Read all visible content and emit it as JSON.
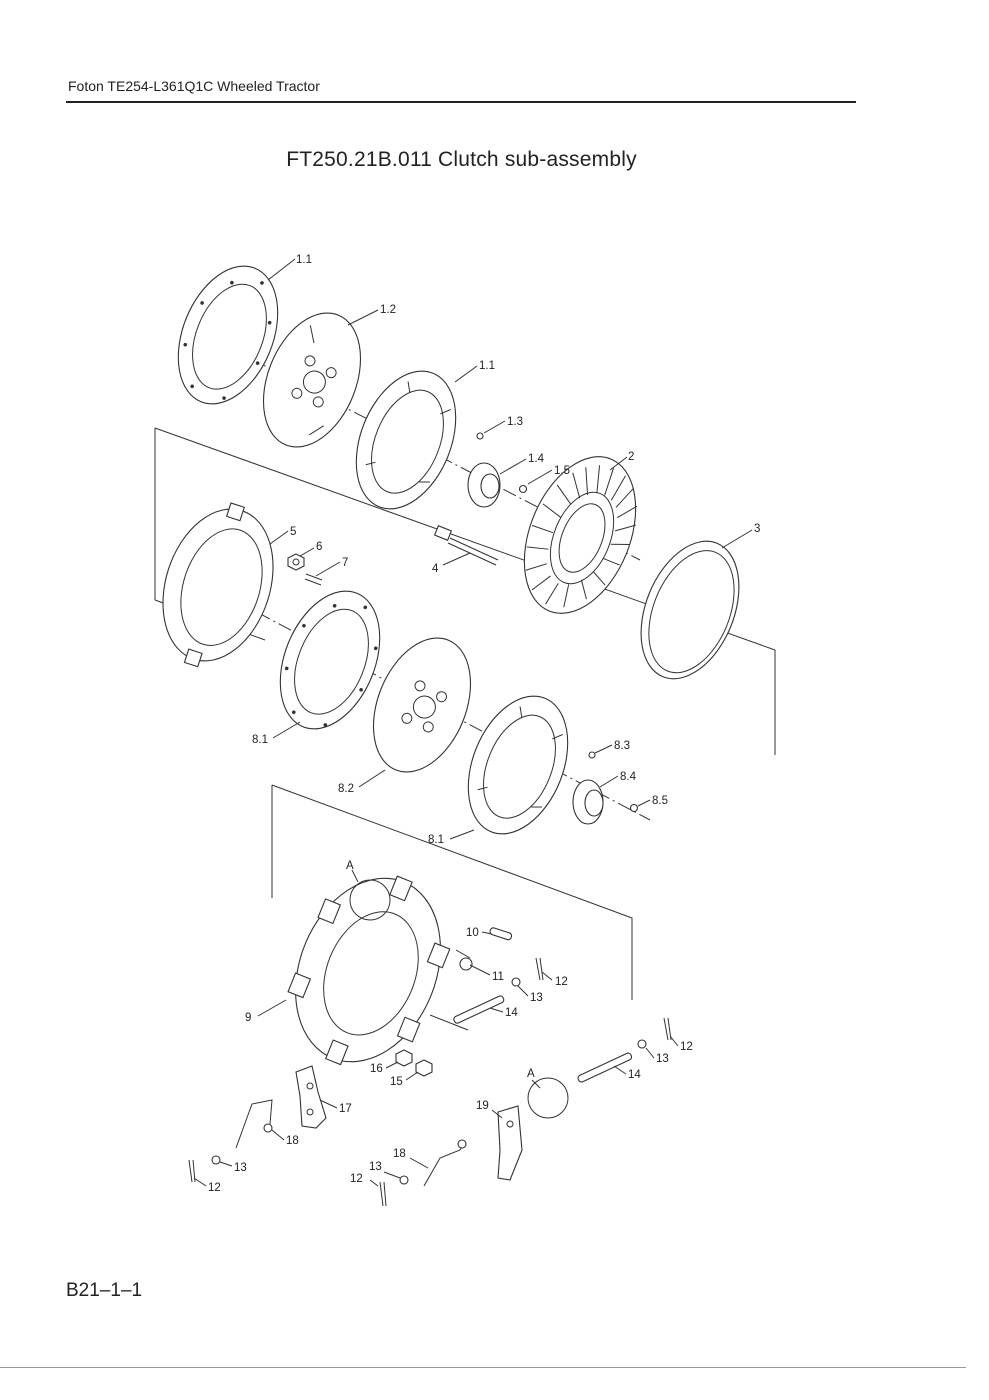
{
  "header": {
    "title": "Foton TE254-L361Q1C Wheeled Tractor"
  },
  "page_title": "FT250.21B.011  Clutch sub-assembly",
  "page_number": "B21–1–1",
  "callouts": {
    "c1_1a": "1.1",
    "c1_2": "1.2",
    "c1_1b": "1.1",
    "c1_3": "1.3",
    "c1_4": "1.4",
    "c1_5": "1.5",
    "c2": "2",
    "c3": "3",
    "c4": "4",
    "c5": "5",
    "c6": "6",
    "c7": "7",
    "c8_1a": "8.1",
    "c8_2": "8.2",
    "c8_1b": "8.1",
    "c8_3": "8.3",
    "c8_4": "8.4",
    "c8_5": "8.5",
    "cA1": "A",
    "cA2": "A",
    "c9": "9",
    "c10": "10",
    "c11": "11",
    "c12a": "12",
    "c13a": "13",
    "c14a": "14",
    "c16": "16",
    "c15": "15",
    "c17": "17",
    "c18a": "18",
    "c13b": "13",
    "c12b": "12",
    "c12c": "12",
    "c13c": "13",
    "c14b": "14",
    "c19": "19",
    "c18b": "18",
    "c13d": "13",
    "c12d": "12"
  }
}
